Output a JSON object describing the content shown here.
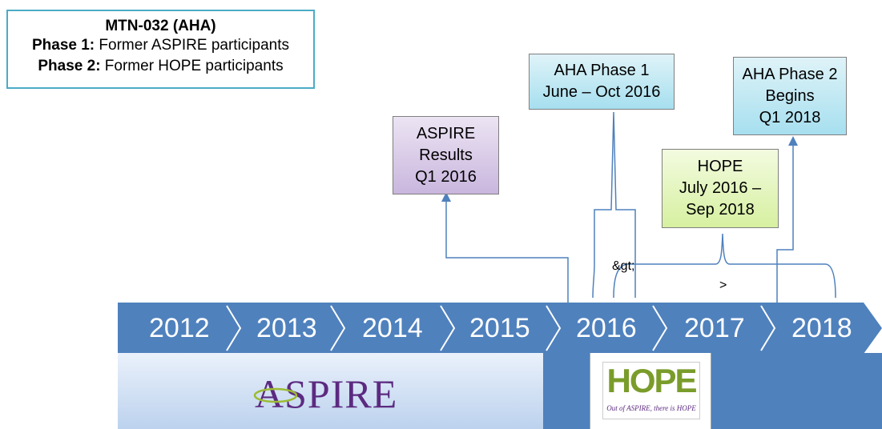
{
  "legend": {
    "title": "MTN-032 (AHA)",
    "phase1_label": "Phase 1:",
    "phase1_text": " Former ASPIRE participants",
    "phase2_label": "Phase 2:",
    "phase2_text": " Former HOPE participants"
  },
  "callouts": {
    "aspire_results": [
      "ASPIRE",
      "Results",
      "Q1 2016"
    ],
    "aha_phase1": [
      "AHA Phase 1",
      "June – Oct 2016"
    ],
    "hope": [
      "HOPE",
      "July 2016 –",
      "Sep 2018"
    ],
    "aha_phase2": [
      "AHA Phase 2",
      "Begins",
      "Q1 2018"
    ]
  },
  "markers": [
    "&gt;",
    ">"
  ],
  "years": [
    "2012",
    "2013",
    "2014",
    "2015",
    "2016",
    "2017",
    "2018"
  ],
  "logos": {
    "aspire": "ASPIRE",
    "hope": "HOPE",
    "hope_tagline": "Out of ASPIRE, there is HOPE"
  },
  "colors": {
    "timeline": "#4f81bd",
    "legend_border": "#4bacc6",
    "aspire_purple": "#5c2a80",
    "hope_green": "#7a9c2a"
  }
}
